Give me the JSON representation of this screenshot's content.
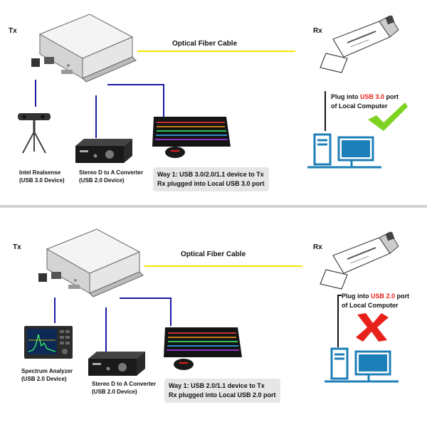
{
  "top": {
    "tx_label": "Tx",
    "rx_label": "Rx",
    "cable_label": "Optical Fiber Cable",
    "device1_caption": "Intel Realsense\n(USB 3.0 Device)",
    "device2_caption": "Stereo D to A Converter\n(USB 2.0 Device)",
    "way_text": "Way 1:  USB 3.0/2.0/1.1 device to Tx\nRx plugged into Local USB 3.0 port",
    "plug_prefix": "Plug into ",
    "plug_usb": "USB 3.0",
    "plug_suffix": " port",
    "plug_line2": "of Local Computer",
    "result": "check"
  },
  "bottom": {
    "tx_label": "Tx",
    "rx_label": "Rx",
    "cable_label": "Optical Fiber Cable",
    "device1_caption": "Spectrum Analyzer\n(USB 2.0 Device)",
    "device2_caption": "Stereo D to A Converter\n(USB 2.0 Device)",
    "way_text": "Way 1:  USB 2.0/1.1 device to Tx\nRx plugged into Local USB 2.0 port",
    "plug_prefix": "Plug into ",
    "plug_usb": "USB 2.0",
    "plug_suffix": " port",
    "plug_line2": "of Local Computer",
    "result": "cross"
  },
  "colors": {
    "fiber": "#f2e600",
    "usb_link": "#1a1aa6",
    "usb_highlight": "#e8201a",
    "check": "#7ed321",
    "cross": "#e8201a",
    "computer": "#1d7fb8"
  }
}
